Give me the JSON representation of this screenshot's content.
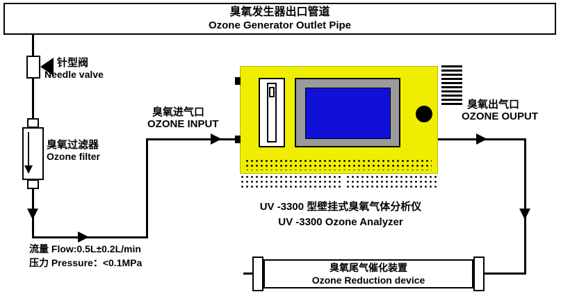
{
  "colors": {
    "line": "#000000",
    "background": "#ffffff",
    "analyzer_body": "#f0ee00",
    "bezel": "#9a9a9a",
    "screen": "#1010d8"
  },
  "diagram": {
    "generator_pipe": {
      "zh": "臭氧发生器出口管道",
      "en": "Ozone Generator Outlet Pipe"
    },
    "needle_valve": {
      "zh": "针型阀",
      "en": "Needle valve"
    },
    "ozone_filter": {
      "zh": "臭氧过滤器",
      "en": "Ozone filter"
    },
    "ozone_input": {
      "zh": "臭氧进气口",
      "en": "OZONE INPUT"
    },
    "ozone_output": {
      "zh": "臭氧出气口",
      "en": "OZONE OUPUT"
    },
    "analyzer": {
      "zh": "UV -3300 型壁挂式臭氧气体分析仪",
      "en": "UV -3300 Ozone Analyzer"
    },
    "reduction_device": {
      "zh": "臭氧尾气催化装置",
      "en": "Ozone Reduction device"
    },
    "specs": {
      "flow": "流量 Flow:0.5L±0.2L/min",
      "pressure": "压力 Pressure：<0.1MPa"
    }
  }
}
